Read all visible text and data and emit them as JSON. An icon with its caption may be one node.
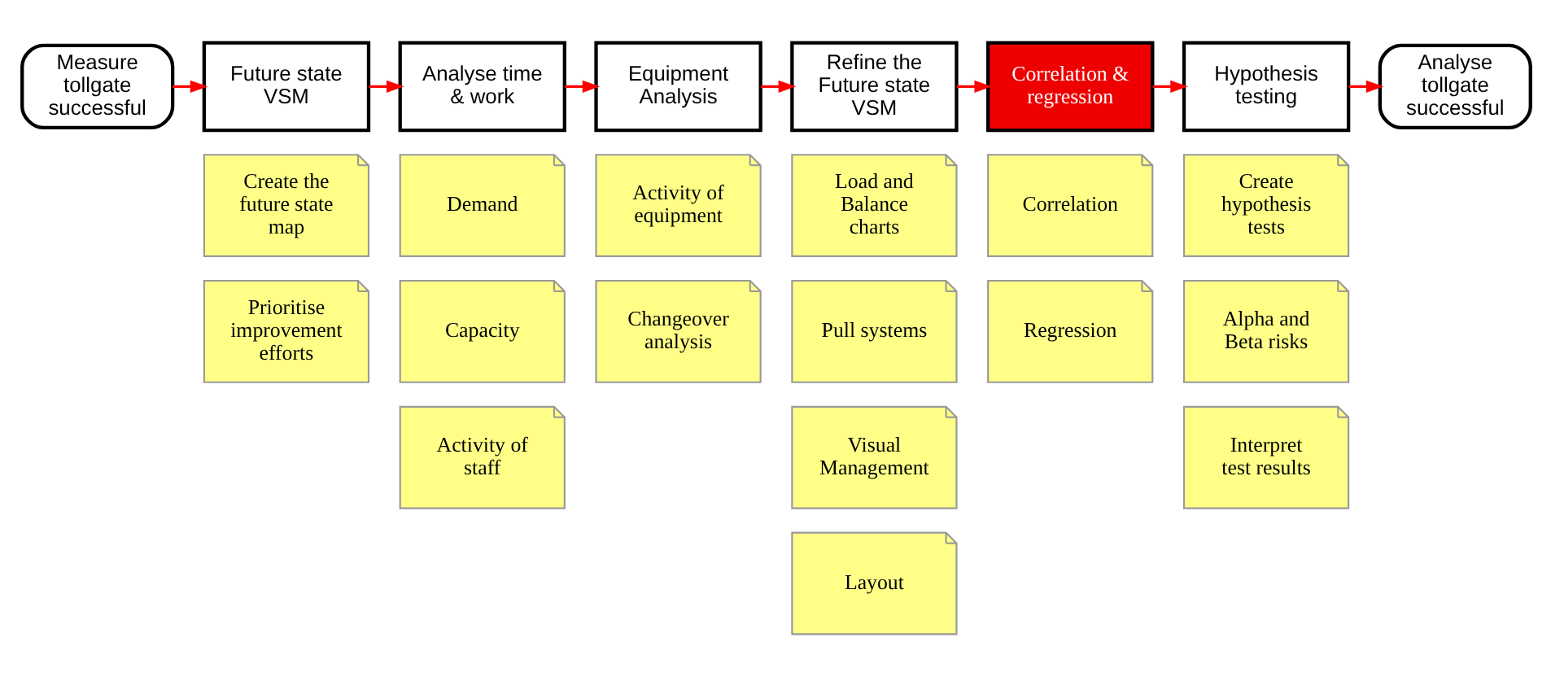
{
  "diagram": {
    "nodes": [
      {
        "text": [
          "Measure tollgate successful"
        ]
      },
      {
        "text": [
          "Future state VSM"
        ]
      },
      {
        "text": [
          "Analyse time & work"
        ]
      },
      {
        "text": [
          "Equipment Analysis"
        ]
      },
      {
        "text": [
          "Refine the Future state VSM"
        ]
      },
      {
        "text": [
          "Correlation & regression"
        ]
      },
      {
        "text": [
          "Hypothesis testing"
        ]
      },
      {
        "text": [
          "Analyse tollgate successful"
        ]
      },
      {
        "text": [
          "Create the future state map"
        ]
      },
      {
        "text": [
          "Prioritise improvement efforts"
        ]
      },
      {
        "text": [
          "Demand"
        ]
      },
      {
        "text": [
          "Capacity"
        ]
      },
      {
        "text": [
          "Activity of staff"
        ]
      },
      {
        "text": [
          "Activity of equipment"
        ]
      },
      {
        "text": [
          "Changeover analysis"
        ]
      },
      {
        "text": [
          "Load and Balance charts"
        ]
      },
      {
        "text": [
          "Pull systems"
        ]
      },
      {
        "text": [
          "Visual Management"
        ]
      },
      {
        "text": [
          "Layout"
        ]
      },
      {
        "text": [
          "Correlation"
        ]
      },
      {
        "text": [
          "Regression"
        ]
      },
      {
        "text": [
          "Create hypothesis tests"
        ]
      },
      {
        "text": [
          "Alpha and Beta risks"
        ]
      },
      {
        "text": [
          "Interpret test results"
        ]
      }
    ],
    "edges": [
      {
        "from": 0,
        "to": 1,
        "arrow": "to"
      },
      {
        "from": 1,
        "to": 2,
        "arrow": "to"
      },
      {
        "from": 2,
        "to": 3,
        "arrow": "to"
      },
      {
        "from": 3,
        "to": 4,
        "arrow": "to"
      },
      {
        "from": 4,
        "to": 5,
        "arrow": "to"
      },
      {
        "from": 5,
        "to": 6,
        "arrow": "to"
      },
      {
        "from": 6,
        "to": 7,
        "arrow": "to"
      }
    ]
  }
}
